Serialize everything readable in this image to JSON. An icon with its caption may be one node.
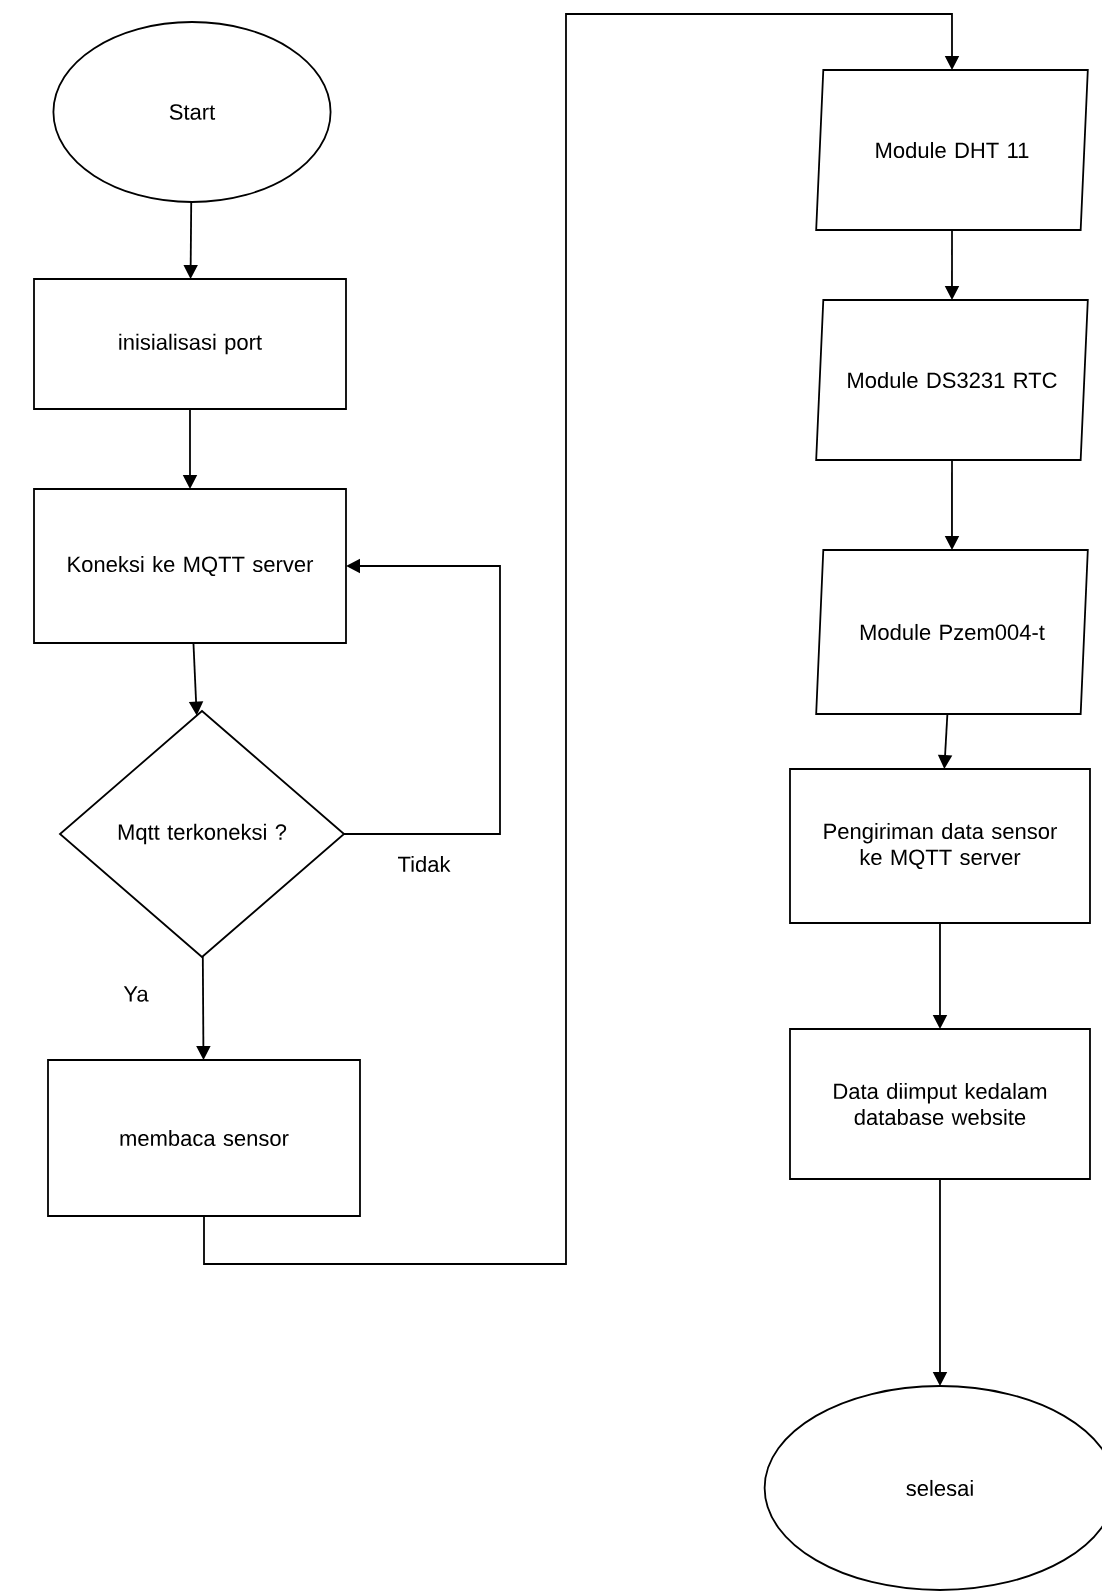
{
  "diagram": {
    "nodes": [
      {
        "text": [
          "Start"
        ]
      },
      {
        "text": [
          "inisialisasi port"
        ]
      },
      {
        "text": [
          "Koneksi ke MQTT server"
        ]
      },
      {
        "text": [
          "Mqtt terkoneksi ?"
        ]
      },
      {
        "text": [
          "membaca sensor"
        ]
      },
      {
        "text": [
          "Module DHT 11"
        ]
      },
      {
        "text": [
          "Module DS3231 RTC"
        ]
      },
      {
        "text": [
          "Module Pzem004-t"
        ]
      },
      {
        "text": [
          "Pengiriman data sensor ke MQTT server"
        ]
      },
      {
        "text": [
          "Data diimput kedalam database website"
        ]
      },
      {
        "text": [
          "selesai"
        ]
      }
    ],
    "edges": [
      {
        "from": 0,
        "to": 1,
        "arrow": "to"
      },
      {
        "from": 1,
        "to": 2,
        "arrow": "to"
      },
      {
        "from": 2,
        "to": 3,
        "arrow": "to"
      },
      {
        "from": 3,
        "to": 4,
        "arrow": "to",
        "label": "Ya"
      },
      {
        "from": 3,
        "to": 2,
        "arrow": "to",
        "label": "Tidak"
      },
      {
        "from": 4,
        "to": 5,
        "arrow": "to"
      },
      {
        "from": 5,
        "to": 6,
        "arrow": "to"
      },
      {
        "from": 6,
        "to": 7,
        "arrow": "to"
      },
      {
        "from": 7,
        "to": 8,
        "arrow": "to"
      },
      {
        "from": 8,
        "to": 9,
        "arrow": "to"
      },
      {
        "from": 9,
        "to": 10,
        "arrow": "to"
      }
    ]
  }
}
